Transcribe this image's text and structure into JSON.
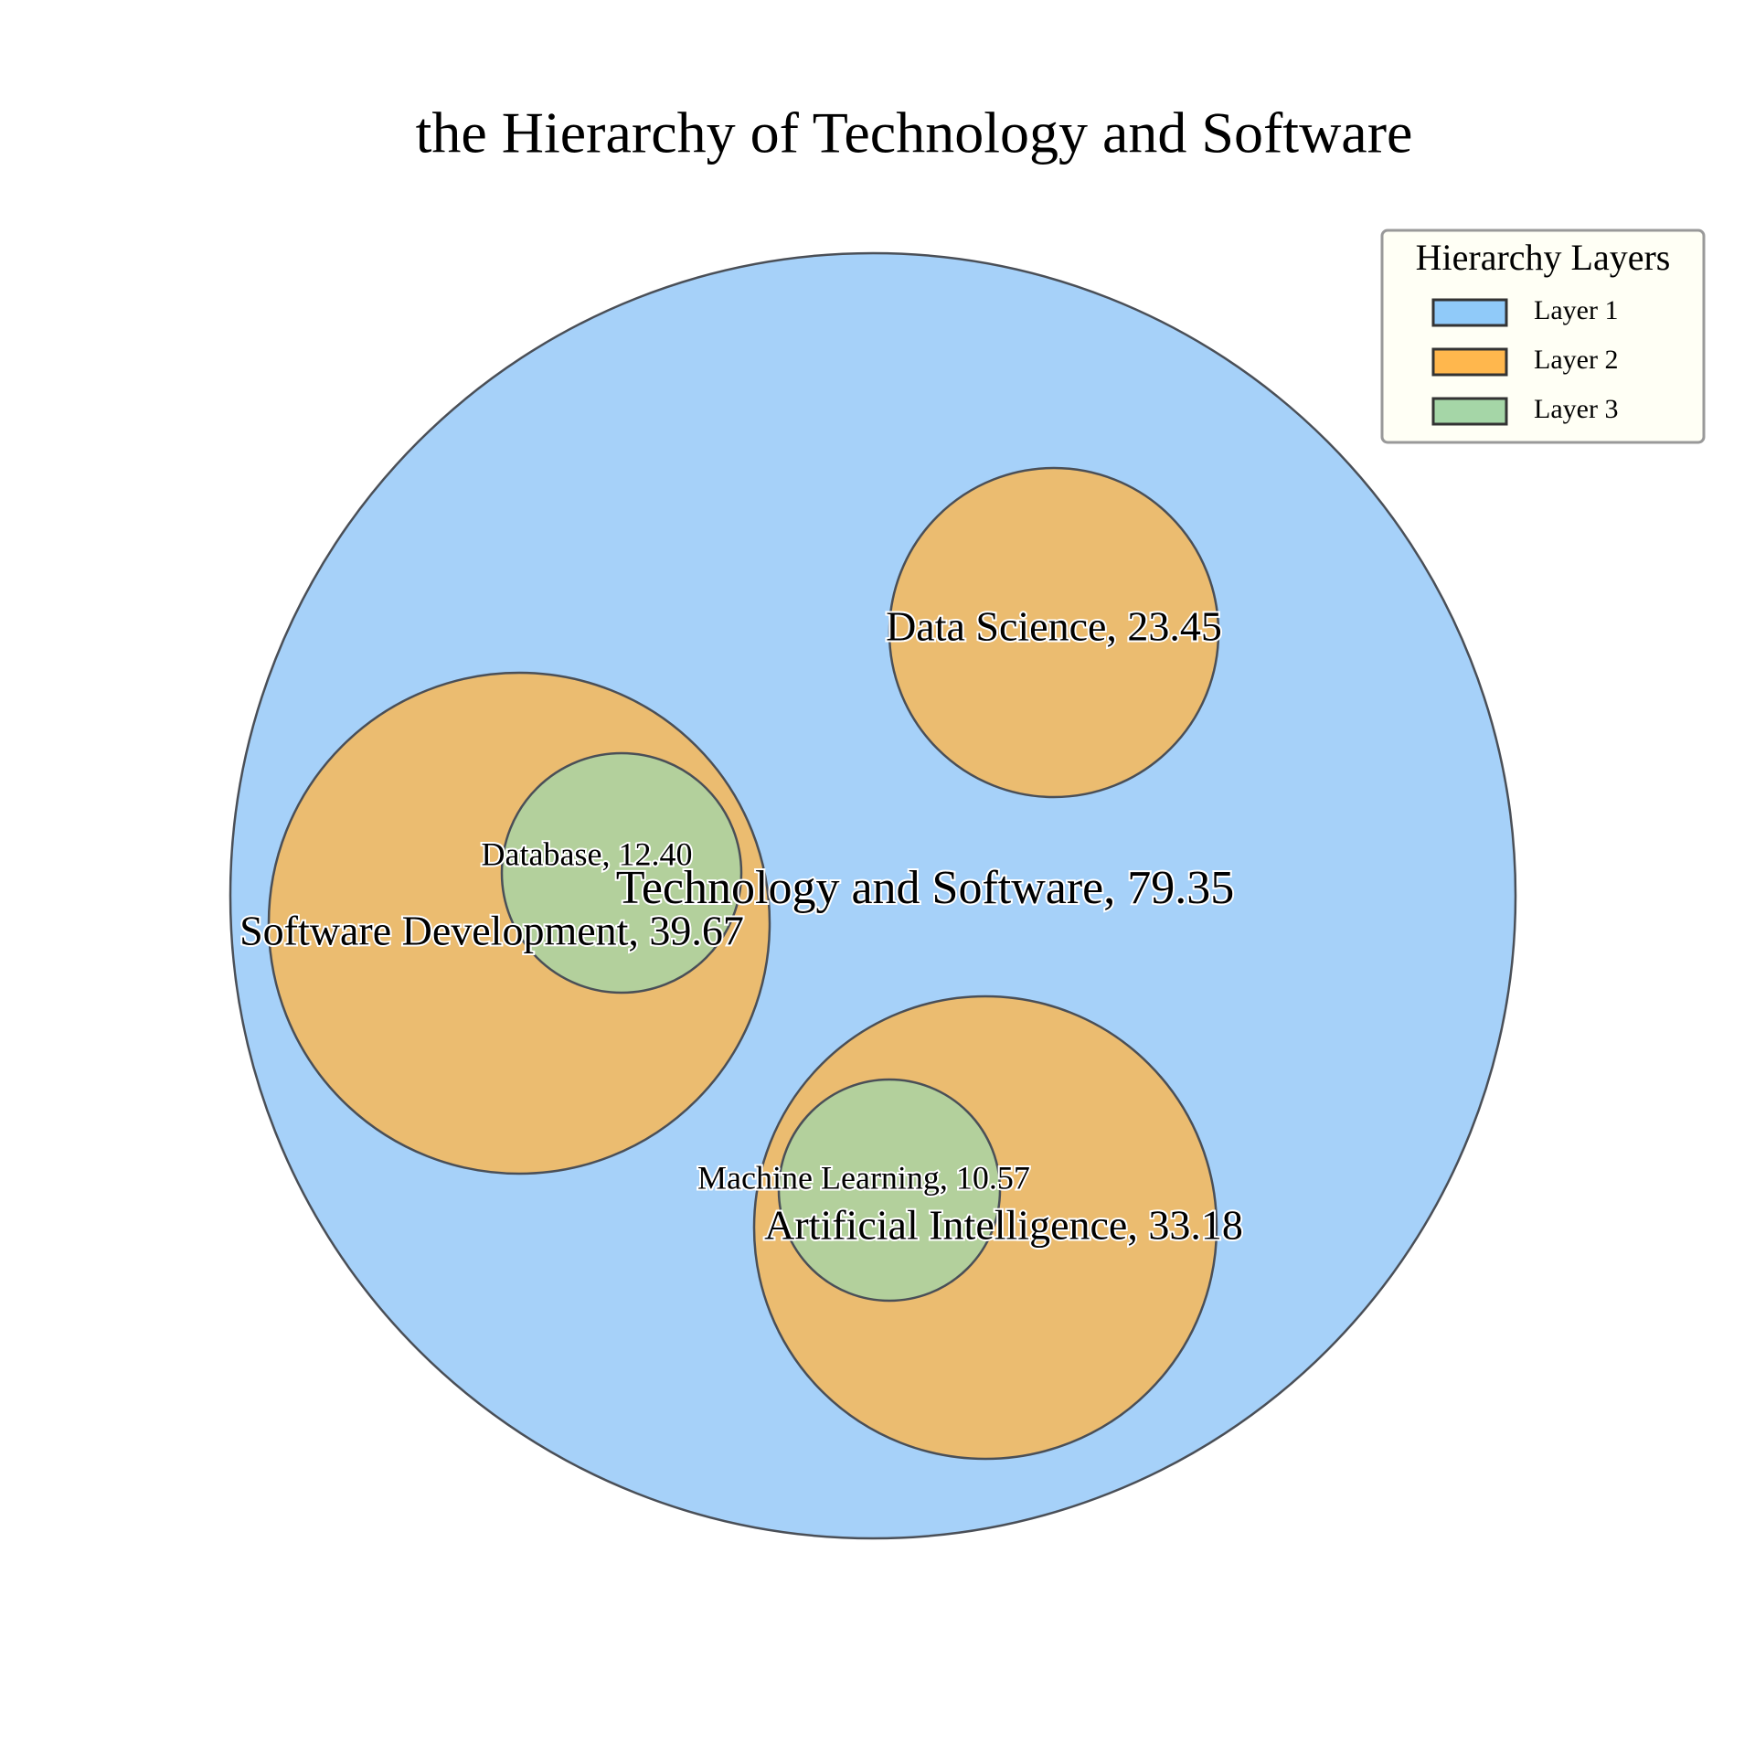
{
  "chart_data": {
    "type": "circle-packing",
    "title": "the Hierarchy of Technology and Software",
    "colors": {
      "layer1": "#a6d1f9",
      "layer2": "#ebbc70",
      "layer3": "#b3d09c",
      "legend_layer1": "#90caf9",
      "legend_layer2": "#ffb74d",
      "legend_layer3": "#a5d6a7"
    },
    "nodes": [
      {
        "name": "Technology and Software",
        "value": 79.35,
        "layer": 1,
        "parent": null,
        "label": "Technology and Software, 79.35"
      },
      {
        "name": "Software Development",
        "value": 39.67,
        "layer": 2,
        "parent": "Technology and Software",
        "label": "Software Development, 39.67"
      },
      {
        "name": "Data Science",
        "value": 23.45,
        "layer": 2,
        "parent": "Technology and Software",
        "label": "Data Science, 23.45"
      },
      {
        "name": "Artificial Intelligence",
        "value": 33.18,
        "layer": 2,
        "parent": "Technology and Software",
        "label": "Artificial Intelligence, 33.18"
      },
      {
        "name": "Database",
        "value": 12.4,
        "layer": 3,
        "parent": "Software Development",
        "label": "Database, 12.40"
      },
      {
        "name": "Machine Learning",
        "value": 10.57,
        "layer": 3,
        "parent": "Artificial Intelligence",
        "label": "Machine Learning, 10.57"
      }
    ],
    "legend": {
      "title": "Hierarchy Layers",
      "placement": "top-right",
      "items": [
        {
          "label": "Layer 1",
          "layer": 1
        },
        {
          "label": "Layer 2",
          "layer": 2
        },
        {
          "label": "Layer 3",
          "layer": 3
        }
      ]
    }
  }
}
